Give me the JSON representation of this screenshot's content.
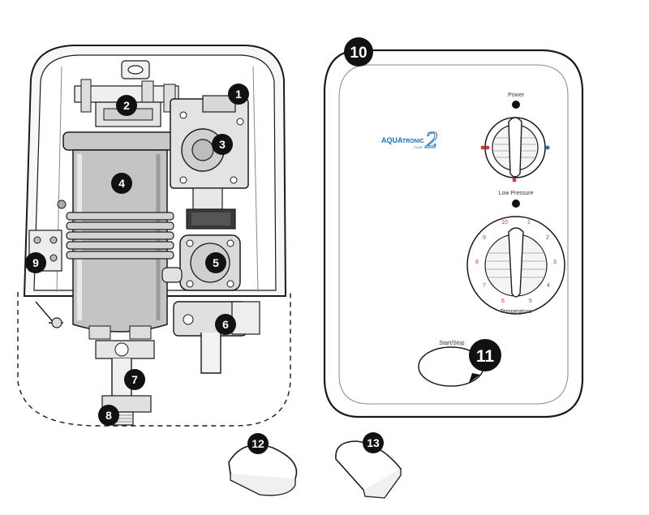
{
  "callouts": {
    "c1": "1",
    "c2": "2",
    "c3": "3",
    "c4": "4",
    "c5": "5",
    "c6": "6",
    "c7": "7",
    "c8": "8",
    "c9": "9",
    "c10": "10",
    "c11": "11",
    "c12": "12",
    "c13": "13"
  },
  "front_panel": {
    "brand_aqua": "AQUA",
    "brand_tronic": "TRONIC",
    "brand_plus": "PLUS",
    "brand_two": "2",
    "power_label": "Power",
    "low_pressure_label": "Low Pressure",
    "temperature_label": "Temperature",
    "start_stop_label": "Start/Stop",
    "scale": [
      "10",
      "1",
      "2",
      "3",
      "4",
      "5",
      "6",
      "7",
      "8",
      "9"
    ]
  },
  "colors": {
    "outline": "#1a1a1a",
    "body_grey": "#bfbfbf",
    "light_grey": "#e6e6e6",
    "callout_fill": "#111111",
    "brand_blue": "#1b6fb6",
    "hot_red": "#d23a3a",
    "cold_blue": "#1b6fb6"
  }
}
